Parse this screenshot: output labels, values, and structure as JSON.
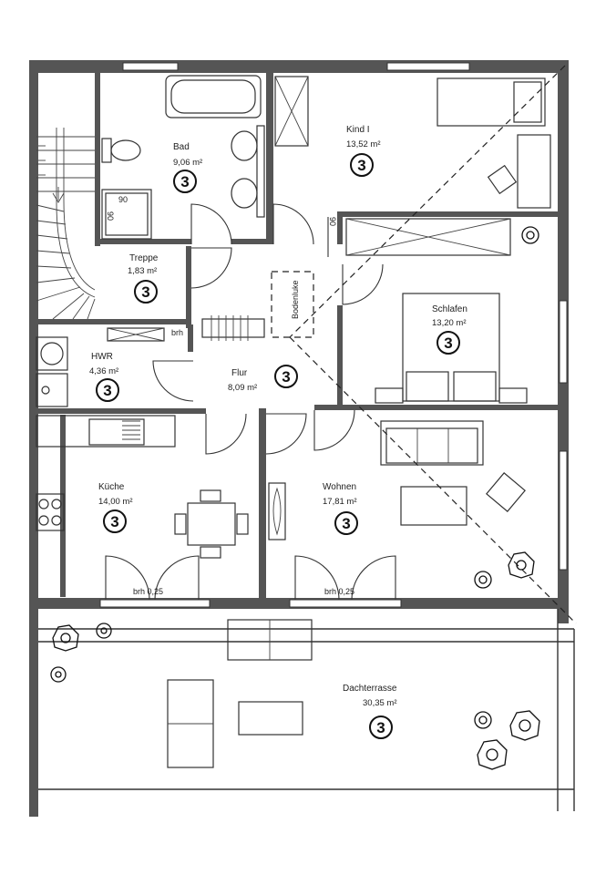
{
  "rooms": {
    "bad": {
      "name": "Bad",
      "area": "9,06 m²",
      "marker": "3"
    },
    "kind": {
      "name": "Kind I",
      "area": "13,52 m²",
      "marker": "3"
    },
    "treppe": {
      "name": "Treppe",
      "area": "1,83 m²",
      "marker": "3"
    },
    "schlafen": {
      "name": "Schlafen",
      "area": "13,20 m²",
      "marker": "3"
    },
    "hwr": {
      "name": "HWR",
      "area": "4,36 m²",
      "marker": "3"
    },
    "flur": {
      "name": "Flur",
      "area": "8,09 m²",
      "marker": "3"
    },
    "kueche": {
      "name": "Küche",
      "area": "14,00 m²",
      "marker": "3"
    },
    "wohnen": {
      "name": "Wohnen",
      "area": "17,81 m²",
      "marker": "3"
    },
    "dachterrasse": {
      "name": "Dachterrasse",
      "area": "30,35 m²",
      "marker": "3"
    }
  },
  "annotations": {
    "shower": "90",
    "shower_small": "90",
    "door_kind": "90",
    "dachluke": "Bodenluke",
    "brh_kueche": "brh 0,25",
    "brh_wohnen": "brh 0,25",
    "hwr_door": "brh"
  },
  "colors": {
    "wall": "#555555",
    "line": "#333333",
    "background": "#ffffff"
  }
}
